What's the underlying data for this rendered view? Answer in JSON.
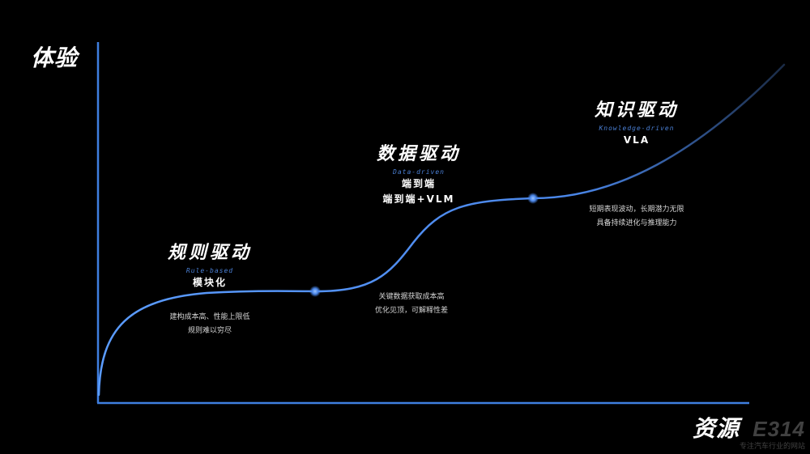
{
  "axes": {
    "y_label": "体验",
    "x_label": "资源"
  },
  "stages": [
    {
      "title": "规则驱动",
      "subtitle": "Rule-based",
      "tags": [
        "模块化"
      ],
      "note": [
        "建构成本高、性能上限低",
        "规则难以穷尽"
      ]
    },
    {
      "title": "数据驱动",
      "subtitle": "Data-driven",
      "tags": [
        "端到端",
        "端到端+VLM"
      ],
      "note": [
        "关键数据获取成本高",
        "优化见顶，可解释性差"
      ]
    },
    {
      "title": "知识驱动",
      "subtitle": "Knowledge-driven",
      "tags": [
        "VLA"
      ],
      "note": [
        "短期表现波动，长期潜力无限",
        "具备持续进化与推理能力"
      ]
    }
  ],
  "watermark": {
    "logo": "E314",
    "text": "专注汽车行业的网站"
  },
  "colors": {
    "background": "#000000",
    "axis": "#3f7fe0",
    "curve": "#4a86e8",
    "dot": "#5b9cff",
    "subtitle": "#4a7fd4"
  }
}
